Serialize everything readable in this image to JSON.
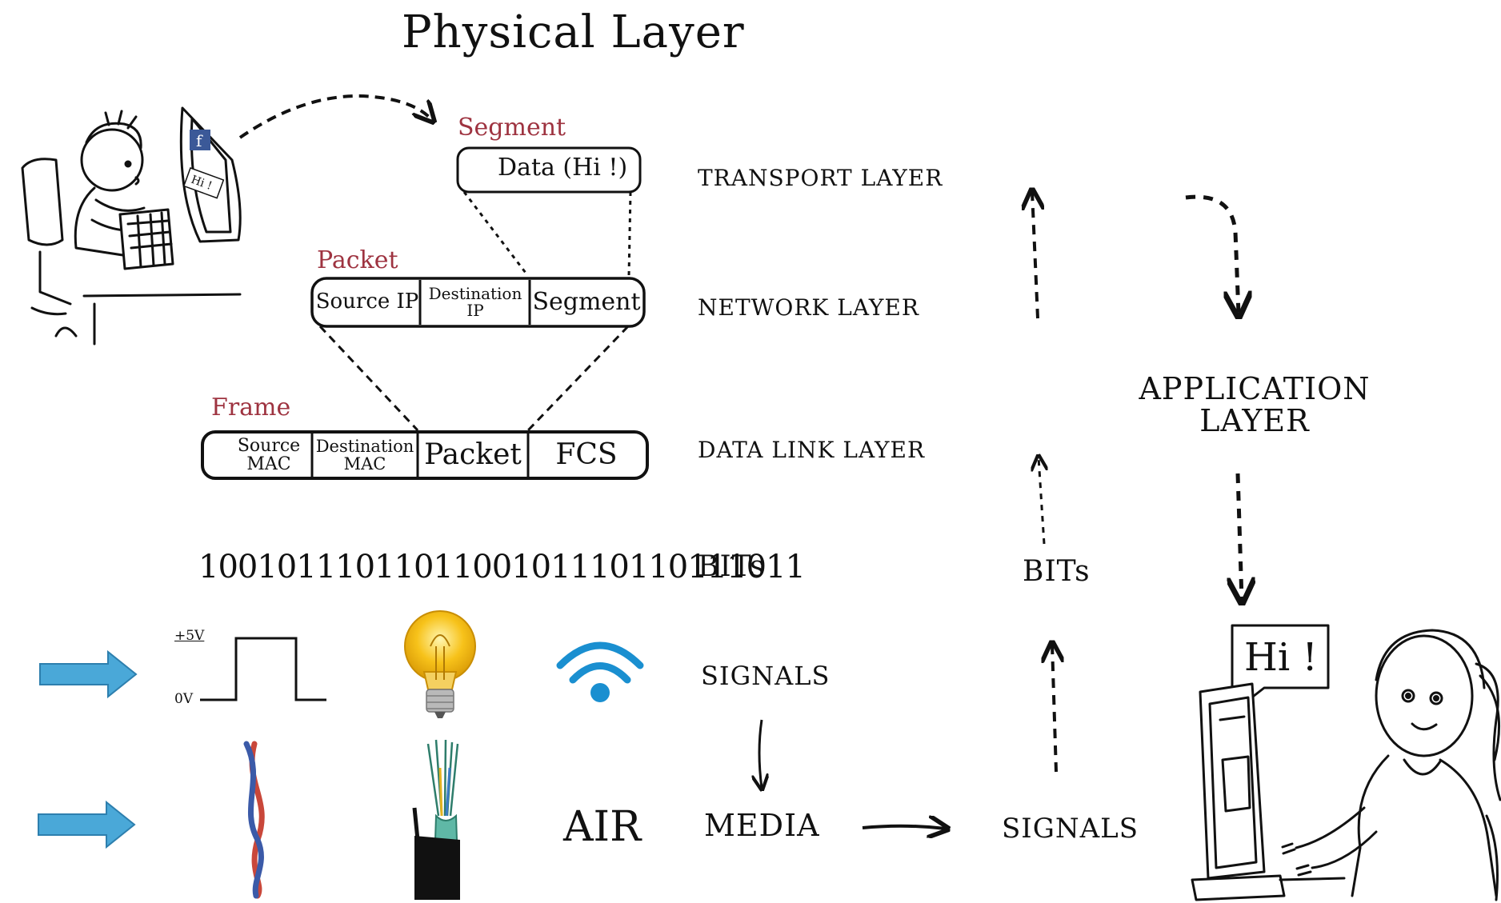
{
  "title": "Physical Layer",
  "left": {
    "segment": {
      "label": "Segment",
      "data": "Data (Hi !)"
    },
    "packet": {
      "label": "Packet",
      "fields": [
        "Source IP",
        "Destination IP",
        "Segment"
      ]
    },
    "frame": {
      "label": "Frame",
      "fields": [
        "Source MAC",
        "Destination MAC",
        "Packet",
        "FCS"
      ]
    },
    "bit_string": "100101110110110010111011011101​1",
    "signal_axis": {
      "high": "+5V",
      "low": "0V"
    },
    "media_air": "AIR"
  },
  "layers": {
    "transport": "TRANSPORT LAYER",
    "network": "NETWORK LAYER",
    "data_link": "DATA LINK LAYER",
    "bits": "BITs",
    "signals": "SIGNALS",
    "media": "MEDIA"
  },
  "right": {
    "bits": "BITs",
    "signals": "SIGNALS",
    "application": "APPLICATION LAYER",
    "speech": "Hi !"
  },
  "sender_screen": {
    "logo": "f",
    "message": "Hi !"
  },
  "colors": {
    "accent_red": "#9e3340",
    "arrow_blue": "#4aa8d8",
    "bulb_yellow": "#f7c21a",
    "wifi_blue": "#1a8fd0"
  }
}
